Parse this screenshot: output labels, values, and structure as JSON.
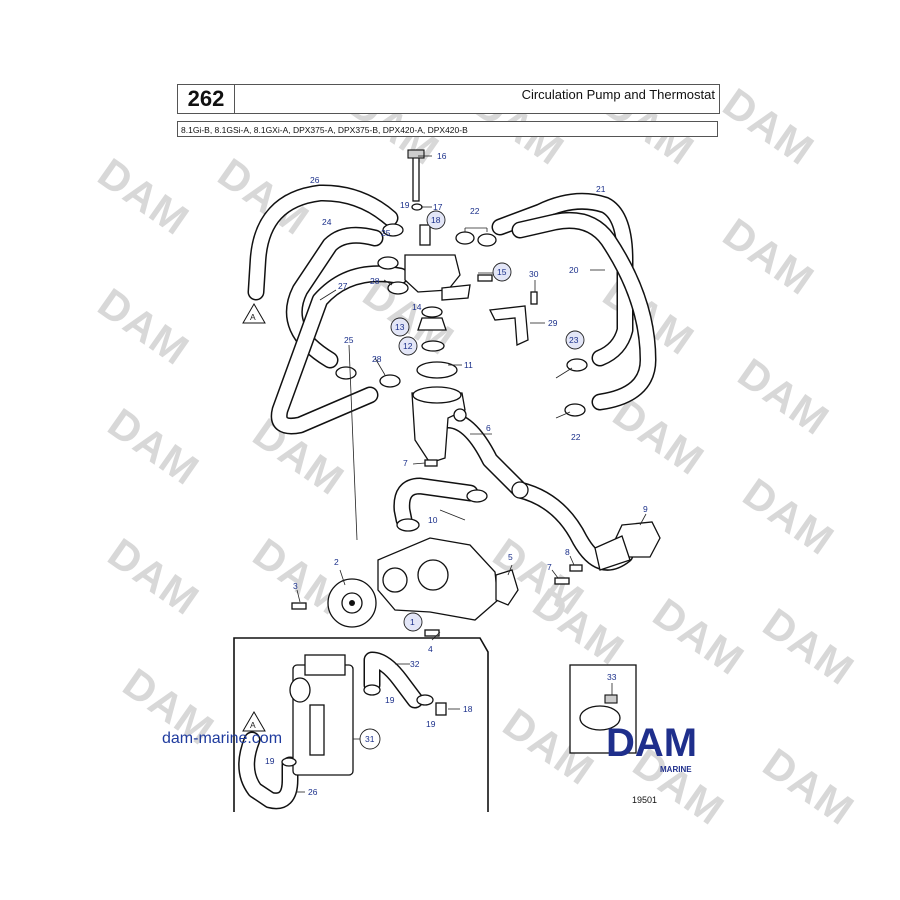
{
  "header": {
    "page_number": "262",
    "title": "Circulation Pump and Thermostat"
  },
  "models": "8.1Gi-B, 8.1GSi-A, 8.1GXi-A, DPX375-A, DPX375-B, DPX420-A, DPX420-B",
  "website": "dam-marine.com",
  "watermark": "DAM",
  "logo": {
    "text": "DAM",
    "sub": "MARINE",
    "color": "#1f2f8c"
  },
  "drawing_number": "19501",
  "ref_markers": {
    "a_top": "A",
    "a_inset": "A"
  },
  "callouts": {
    "c1": "1",
    "c2": "2",
    "c3": "3",
    "c4": "4",
    "c5": "5",
    "c6": "6",
    "c7a": "7",
    "c7b": "7",
    "c8": "8",
    "c9": "9",
    "c10": "10",
    "c11": "11",
    "c12": "12",
    "c13": "13",
    "c14": "14",
    "c15": "15",
    "c16": "16",
    "c17": "17",
    "c18": "18",
    "c18b": "18",
    "c19": "19",
    "c19b": "19",
    "c19c": "19",
    "c19d": "19",
    "c20": "20",
    "c21": "21",
    "c22a": "22",
    "c22b": "22",
    "c23": "23",
    "c24": "24",
    "c25a": "25",
    "c25b": "25",
    "c26": "26",
    "c26b": "26",
    "c27": "27",
    "c28a": "28",
    "c28b": "28",
    "c29": "29",
    "c30": "30",
    "c31": "31",
    "c32": "32",
    "c33": "33"
  }
}
